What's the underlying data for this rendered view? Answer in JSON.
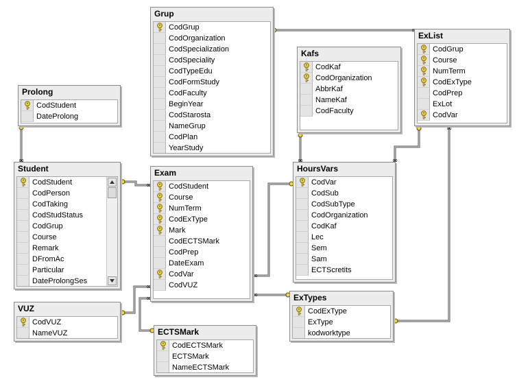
{
  "tables": [
    {
      "id": "grup",
      "name": "Grup",
      "fields": [
        {
          "name": "CodGrup",
          "pk": true
        },
        {
          "name": "CodOrganization",
          "pk": false
        },
        {
          "name": "CodSpecialization",
          "pk": false
        },
        {
          "name": "CodSpeciality",
          "pk": false
        },
        {
          "name": "CodTypeEdu",
          "pk": false
        },
        {
          "name": "CodFormStudy",
          "pk": false
        },
        {
          "name": "CodFaculty",
          "pk": false
        },
        {
          "name": "BeginYear",
          "pk": false
        },
        {
          "name": "CodStarosta",
          "pk": false
        },
        {
          "name": "NameGrup",
          "pk": false
        },
        {
          "name": "CodPlan",
          "pk": false
        },
        {
          "name": "YearStudy",
          "pk": false
        }
      ]
    },
    {
      "id": "exlist",
      "name": "ExList",
      "fields": [
        {
          "name": "CodGrup",
          "pk": true
        },
        {
          "name": "Course",
          "pk": true
        },
        {
          "name": "NumTerm",
          "pk": true
        },
        {
          "name": "CodExType",
          "pk": true
        },
        {
          "name": "CodPrep",
          "pk": false
        },
        {
          "name": "ExLot",
          "pk": false
        },
        {
          "name": "CodVar",
          "pk": true
        }
      ]
    },
    {
      "id": "kafs",
      "name": "Kafs",
      "fields": [
        {
          "name": "CodKaf",
          "pk": true
        },
        {
          "name": "CodOrganization",
          "pk": true
        },
        {
          "name": "AbbrKaf",
          "pk": false
        },
        {
          "name": "NameKaf",
          "pk": false
        },
        {
          "name": "CodFaculty",
          "pk": false
        }
      ]
    },
    {
      "id": "prolong",
      "name": "Prolong",
      "fields": [
        {
          "name": "CodStudent",
          "pk": true
        },
        {
          "name": "DateProlong",
          "pk": false
        }
      ]
    },
    {
      "id": "student",
      "name": "Student",
      "scroll": true,
      "fields": [
        {
          "name": "CodStudent",
          "pk": true
        },
        {
          "name": "CodPerson",
          "pk": false
        },
        {
          "name": "CodTaking",
          "pk": false
        },
        {
          "name": "CodStudStatus",
          "pk": false
        },
        {
          "name": "CodGrup",
          "pk": false
        },
        {
          "name": "Course",
          "pk": false
        },
        {
          "name": "Remark",
          "pk": false
        },
        {
          "name": "DFromAc",
          "pk": false
        },
        {
          "name": "Particular",
          "pk": false
        },
        {
          "name": "DateProlongSes",
          "pk": false
        }
      ]
    },
    {
      "id": "exam",
      "name": "Exam",
      "fields": [
        {
          "name": "CodStudent",
          "pk": true
        },
        {
          "name": "Course",
          "pk": true
        },
        {
          "name": "NumTerm",
          "pk": true
        },
        {
          "name": "CodExType",
          "pk": true
        },
        {
          "name": "Mark",
          "pk": true
        },
        {
          "name": "CodECTSMark",
          "pk": false
        },
        {
          "name": "CodPrep",
          "pk": false
        },
        {
          "name": "DateExam",
          "pk": false
        },
        {
          "name": "CodVar",
          "pk": true
        },
        {
          "name": "CodVUZ",
          "pk": false
        }
      ]
    },
    {
      "id": "hoursvars",
      "name": "HoursVars",
      "fields": [
        {
          "name": "CodVar",
          "pk": true
        },
        {
          "name": "CodSub",
          "pk": false
        },
        {
          "name": "CodSubType",
          "pk": false
        },
        {
          "name": "CodOrganization",
          "pk": false
        },
        {
          "name": "CodKaf",
          "pk": false
        },
        {
          "name": "Lec",
          "pk": false
        },
        {
          "name": "Sem",
          "pk": false
        },
        {
          "name": "Sam",
          "pk": false
        },
        {
          "name": "ECTScretits",
          "pk": false
        }
      ]
    },
    {
      "id": "vuz",
      "name": "VUZ",
      "fields": [
        {
          "name": "CodVUZ",
          "pk": true
        },
        {
          "name": "NameVUZ",
          "pk": false
        }
      ]
    },
    {
      "id": "extypes",
      "name": "ExTypes",
      "fields": [
        {
          "name": "CodExType",
          "pk": true
        },
        {
          "name": "ExType",
          "pk": false
        },
        {
          "name": "kodworktype",
          "pk": false
        }
      ]
    },
    {
      "id": "ectsmark",
      "name": "ECTSMark",
      "fields": [
        {
          "name": "CodECTSMark",
          "pk": true
        },
        {
          "name": "ECTSMark",
          "pk": false
        },
        {
          "name": "NameECTSMark",
          "pk": false
        }
      ]
    }
  ],
  "relationships": [
    {
      "from": "grup",
      "to": "exlist"
    },
    {
      "from": "prolong",
      "to": "student"
    },
    {
      "from": "student",
      "to": "exam"
    },
    {
      "from": "hoursvars",
      "to": "exam"
    },
    {
      "from": "kafs",
      "to": "hoursvars"
    },
    {
      "from": "exlist",
      "to": "hoursvars"
    },
    {
      "from": "extypes",
      "to": "exlist"
    },
    {
      "from": "extypes",
      "to": "exam"
    },
    {
      "from": "vuz",
      "to": "exam"
    },
    {
      "from": "ectsmark",
      "to": "exam"
    }
  ],
  "colors": {
    "table_bg": "#ececec",
    "border": "#8a8a8a",
    "line": "#555555",
    "key": "#f2d64a"
  }
}
